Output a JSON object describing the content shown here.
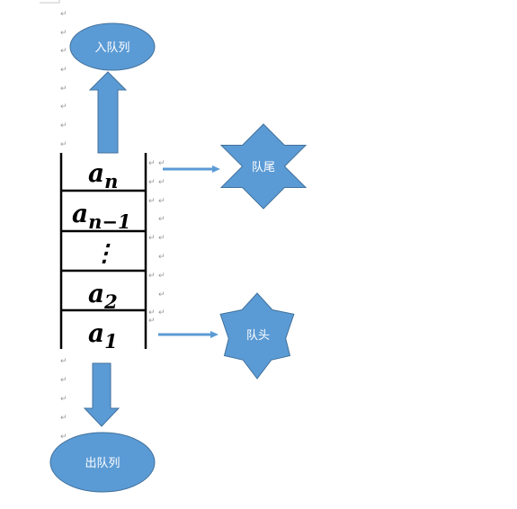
{
  "labels": {
    "enqueue": "入队列",
    "dequeue": "出队列",
    "rear": "队尾",
    "front": "队头"
  },
  "queue_cells": [
    {
      "base": "a",
      "sub": "n"
    },
    {
      "base": "a",
      "sub": "n−1"
    },
    {
      "base": "⋮",
      "sub": ""
    },
    {
      "base": "a",
      "sub": "2"
    },
    {
      "base": "a",
      "sub": "1"
    }
  ],
  "paragraph_mark": "↵",
  "colors": {
    "shape_fill": "#5b9bd5",
    "shape_stroke": "#41719c",
    "line": "#000000",
    "label": "#ffffff"
  }
}
